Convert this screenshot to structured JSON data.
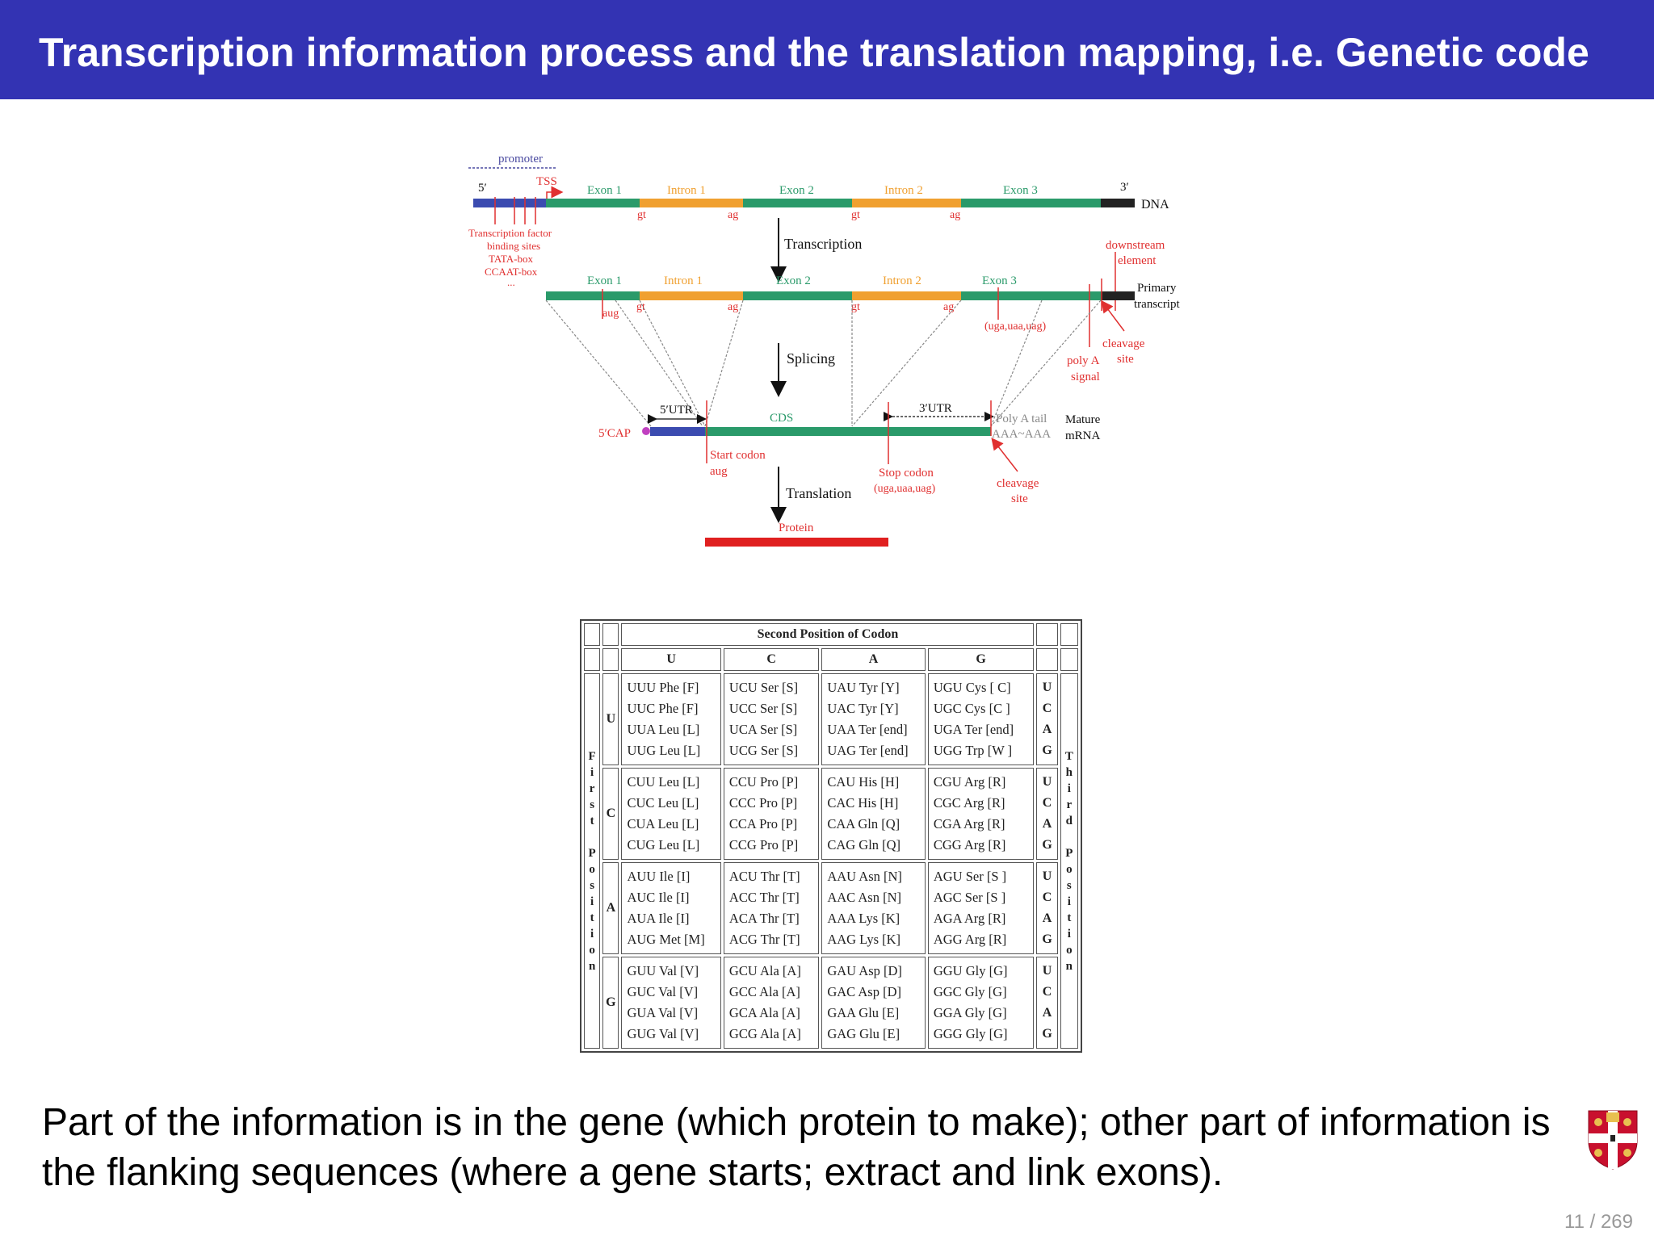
{
  "slide": {
    "title": "Transcription information process and the translation mapping, i.e. Genetic code",
    "bottom_text": "Part of the information is in the gene (which protein to make); other part of information is the flanking sequences (where a gene starts; extract and link exons).",
    "page_number": "11 / 269",
    "crest_icon": "university-crest-icon"
  },
  "colors": {
    "title_bar": "#3333b3",
    "exon": "#2a9a6a",
    "intron": "#f0a030",
    "utr": "#3b4bb0",
    "dna_3prime": "#222222",
    "annotation_red": "#e03030",
    "protein": "#e02020"
  },
  "diagram": {
    "promoter": "promoter",
    "tss": "TSS",
    "five_prime": "5′",
    "three_prime": "3′",
    "dna": "DNA",
    "gene_labels": {
      "exon1": "Exon 1",
      "intron1": "Intron 1",
      "exon2": "Exon 2",
      "intron2": "Intron 2",
      "exon3": "Exon 3"
    },
    "splice_gt": "gt",
    "splice_ag": "ag",
    "tf_labels": [
      "Transcription factor",
      "binding sites",
      "TATA-box",
      "CCAAT-box",
      "..."
    ],
    "transcription": "Transcription",
    "downstream": [
      "downstream",
      "element"
    ],
    "primary": [
      "Primary",
      "transcript"
    ],
    "aug": "aug",
    "stop_codons": "(uga,uaa,uag)",
    "cleavage": [
      "cleavage",
      "site"
    ],
    "poly_a_signal": [
      "poly A",
      "signal"
    ],
    "splicing": "Splicing",
    "utr5": "5′UTR",
    "utr3": "3′UTR",
    "cds": "CDS",
    "cap5": "5′CAP",
    "poly_a_tail": [
      "Poly A tail",
      "AAA~AAA"
    ],
    "mature": [
      "Mature",
      "mRNA"
    ],
    "start_codon": [
      "Start codon",
      "aug"
    ],
    "stop_codon": [
      "Stop codon",
      "(uga,uaa,uag)"
    ],
    "translation": "Translation",
    "protein": "Protein"
  },
  "codon_table": {
    "header": "Second Position of Codon",
    "second": [
      "U",
      "C",
      "A",
      "G"
    ],
    "first_label": "First Position",
    "third_label": "Third Position",
    "first": [
      "U",
      "C",
      "A",
      "G"
    ],
    "third": [
      "U",
      "C",
      "A",
      "G"
    ],
    "rows": [
      [
        [
          "UUU Phe [F]",
          "UUC Phe [F]",
          "UUA Leu [L]",
          "UUG Leu [L]"
        ],
        [
          "UCU Ser [S]",
          "UCC Ser [S]",
          "UCA Ser [S]",
          "UCG Ser [S]"
        ],
        [
          "UAU Tyr  [Y]",
          "UAC Tyr  [Y]",
          "UAA Ter [end]",
          "UAG Ter [end]"
        ],
        [
          "UGU Cys [ C]",
          "UGC Cys [C ]",
          "UGA Ter [end]",
          "UGG Trp [W ]"
        ]
      ],
      [
        [
          "CUU Leu [L]",
          "CUC Leu [L]",
          "CUA Leu [L]",
          "CUG Leu [L]"
        ],
        [
          "CCU Pro [P]",
          "CCC Pro [P]",
          "CCA Pro [P]",
          "CCG Pro [P]"
        ],
        [
          "CAU His [H]",
          "CAC His [H]",
          "CAA Gln [Q]",
          "CAG Gln [Q]"
        ],
        [
          "CGU Arg [R]",
          "CGC Arg [R]",
          "CGA Arg [R]",
          "CGG Arg [R]"
        ]
      ],
      [
        [
          "AUU Ile    [I]",
          "AUC Ile    [I]",
          "AUA Ile    [I]",
          "AUG Met [M]"
        ],
        [
          "ACU Thr [T]",
          "ACC Thr [T]",
          "ACA Thr [T]",
          "ACG Thr [T]"
        ],
        [
          "AAU Asn [N]",
          "AAC Asn [N]",
          "AAA Lys [K]",
          "AAG Lys [K]"
        ],
        [
          "AGU Ser [S ]",
          "AGC Ser [S ]",
          "AGA Arg [R]",
          "AGG Arg [R]"
        ]
      ],
      [
        [
          "GUU Val [V]",
          "GUC Val [V]",
          "GUA Val [V]",
          "GUG Val [V]"
        ],
        [
          "GCU Ala [A]",
          "GCC Ala [A]",
          "GCA Ala [A]",
          "GCG Ala [A]"
        ],
        [
          "GAU Asp [D]",
          "GAC Asp [D]",
          "GAA Glu [E]",
          "GAG Glu [E]"
        ],
        [
          "GGU Gly [G]",
          "GGC Gly [G]",
          "GGA Gly [G]",
          "GGG Gly [G]"
        ]
      ]
    ]
  }
}
